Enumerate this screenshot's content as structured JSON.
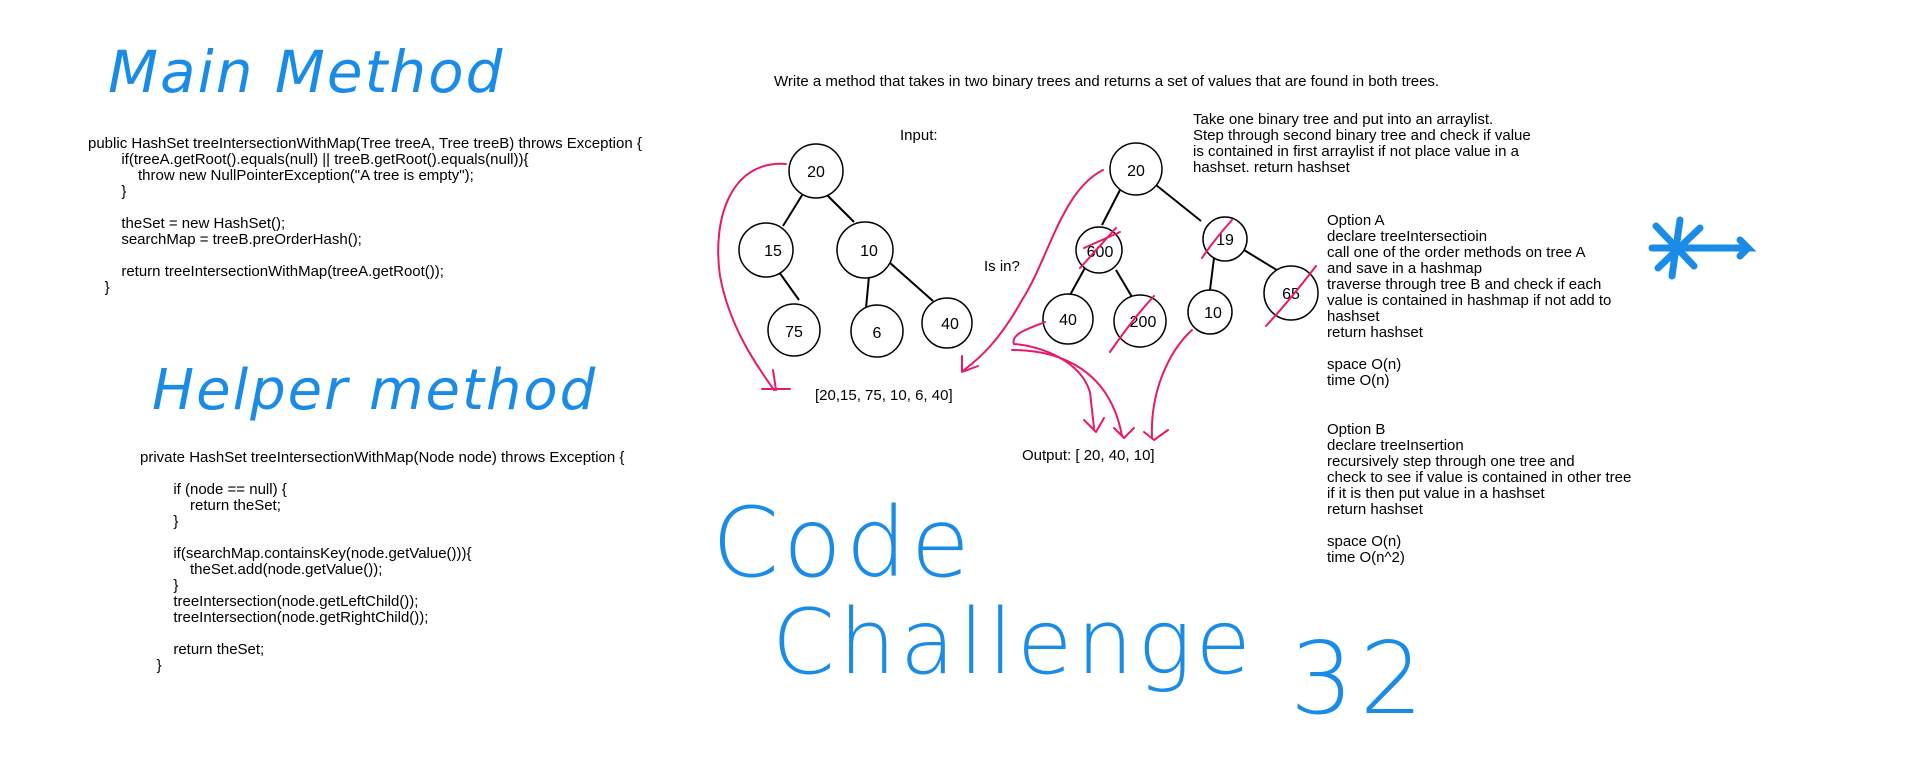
{
  "headings": {
    "main_method": "Main Method",
    "helper_method": "Helper method",
    "code_challenge_line1": "Code",
    "code_challenge_line2": "Challenge",
    "code_challenge_number": "32"
  },
  "problem_statement": "Write a method that takes in two binary trees and returns a set of values that are found in both trees.",
  "main_method_code": "public HashSet treeIntersectionWithMap(Tree treeA, Tree treeB) throws Exception {\n        if(treeA.getRoot().equals(null) || treeB.getRoot().equals(null)){\n            throw new NullPointerException(\"A tree is empty\");\n        }\n\n        theSet = new HashSet();\n        searchMap = treeB.preOrderHash();\n\n        return treeIntersectionWithMap(treeA.getRoot());\n    }",
  "helper_method_code": "private HashSet treeIntersectionWithMap(Node node) throws Exception {\n\n        if (node == null) {\n            return theSet;\n        }\n\n        if(searchMap.containsKey(node.getValue())){\n            theSet.add(node.getValue());\n        }\n        treeIntersection(node.getLeftChild());\n        treeIntersection(node.getRightChild());\n\n        return theSet;\n    }",
  "diagram": {
    "input_label": "Input:",
    "is_in_label": "Is in?",
    "tree_a_array": "[20,15, 75, 10, 6, 40]",
    "output_label": "Output: [ 20, 40, 10]",
    "tree_a_nodes": [
      "20",
      "15",
      "10",
      "75",
      "6",
      "40"
    ],
    "tree_b_nodes": [
      "20",
      "600",
      "19",
      "40",
      "200",
      "10",
      "65"
    ],
    "crossed_out_nodes": [
      "600",
      "19",
      "200",
      "65"
    ]
  },
  "notes": {
    "approach": "Take one binary tree and put into an arraylist.\nStep through second binary tree and check if value\nis contained in first arraylist if not place value in a\nhashset. return hashset",
    "option_a": "Option A\ndeclare treeIntersectioin\ncall one of the order methods on tree A\nand save in a hashmap\ntraverse through tree B and check if each\nvalue is contained in hashmap if not add to\nhashset\nreturn hashset\n\nspace O(n)\ntime O(n)",
    "option_b": "Option B\ndeclare treeInsertion\nrecursively step through one tree and\ncheck to see if value is contained in other tree\nif it is then put value in a hashset\nreturn hashset\n\nspace O(n)\ntime O(n^2)"
  },
  "colors": {
    "handwriting_blue": "#1a8ce8",
    "annotation_pink": "#e8196b"
  },
  "star_icon": "asterisk-arrow-icon"
}
